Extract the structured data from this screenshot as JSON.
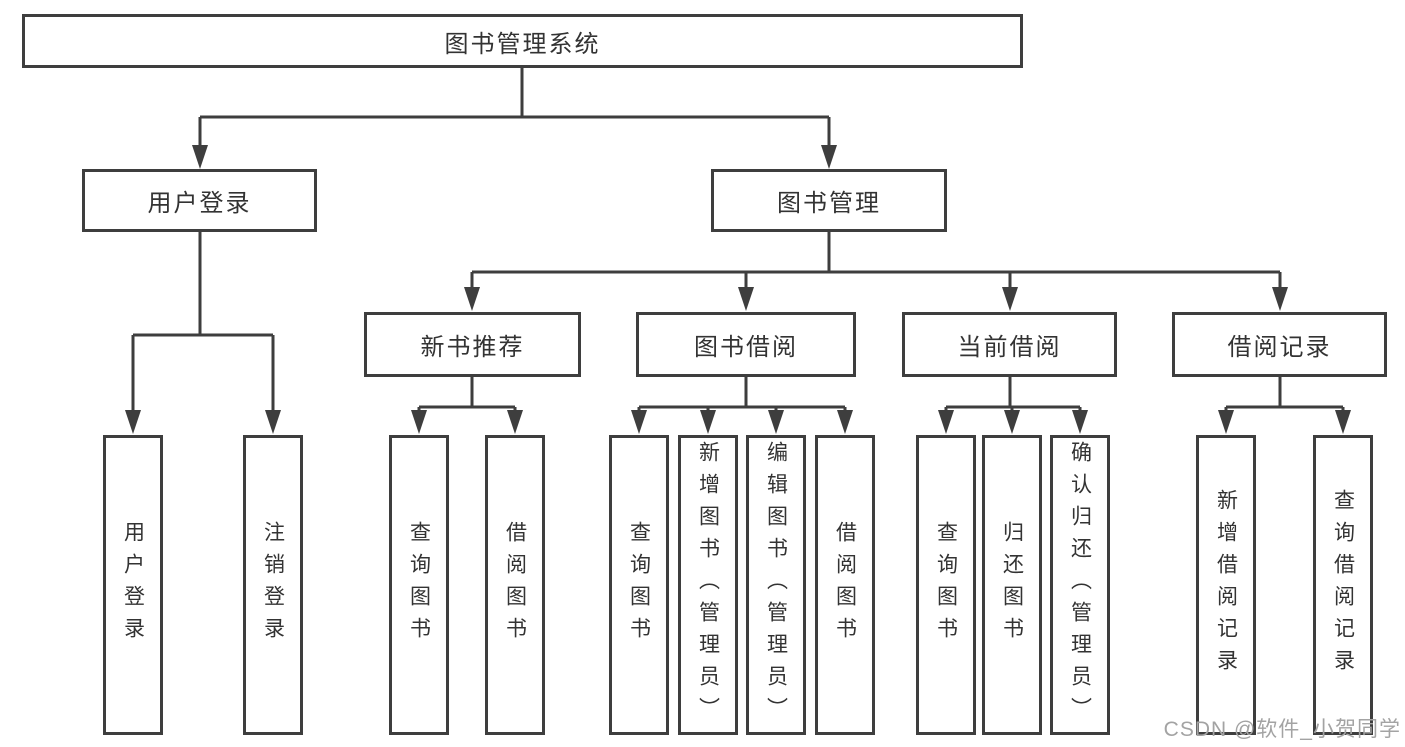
{
  "diagram": {
    "tree": {
      "label": "图书管理系统",
      "children": [
        {
          "label": "用户登录",
          "children": [
            {
              "label": "用户登录"
            },
            {
              "label": "注销登录"
            }
          ]
        },
        {
          "label": "图书管理",
          "children": [
            {
              "label": "新书推荐",
              "children": [
                {
                  "label": "查询图书"
                },
                {
                  "label": "借阅图书"
                }
              ]
            },
            {
              "label": "图书借阅",
              "children": [
                {
                  "label": "查询图书"
                },
                {
                  "label": "新增图书（管理员）"
                },
                {
                  "label": "编辑图书（管理员）"
                },
                {
                  "label": "借阅图书"
                }
              ]
            },
            {
              "label": "当前借阅",
              "children": [
                {
                  "label": "查询图书"
                },
                {
                  "label": "归还图书"
                },
                {
                  "label": "确认归还（管理员）"
                }
              ]
            },
            {
              "label": "借阅记录",
              "children": [
                {
                  "label": "新增借阅记录"
                },
                {
                  "label": "查询借阅记录"
                }
              ]
            }
          ]
        }
      ]
    },
    "colors": {
      "line": "#3e3e3e",
      "box_border": "#3e3e3e",
      "text": "#333333",
      "watermark": "#a3a3a3",
      "background": "#ffffff"
    },
    "watermark": "CSDN @软件_小贺同学"
  }
}
